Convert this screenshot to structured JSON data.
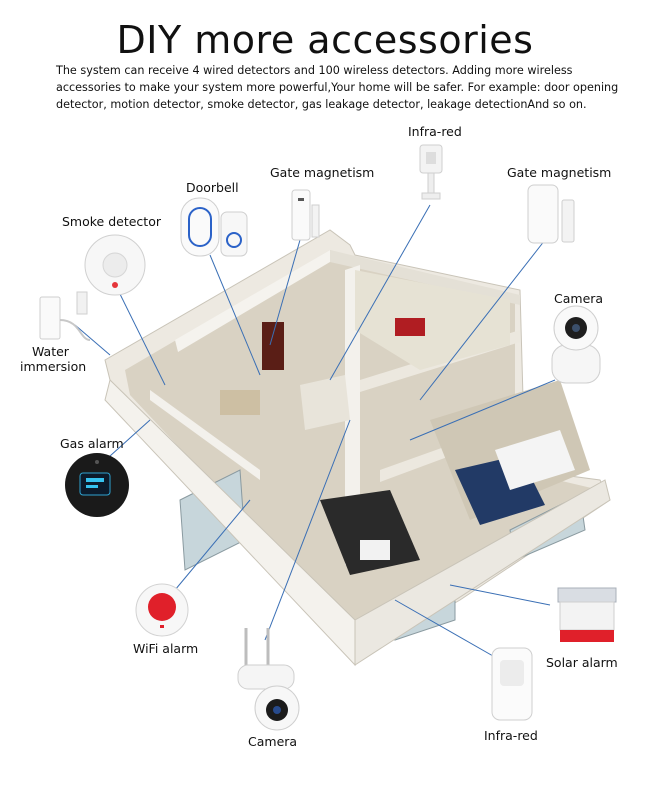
{
  "title": "DIY more accessories",
  "description": "The system can receive 4 wired detectors and 100 wireless detectors. Adding more wireless accessories to make your system more powerful,Your home will be safer. For example: door opening detector, motion detector, smoke detector, gas leakage detector, leakage detectionAnd so on.",
  "accessories": {
    "infrared_top": "Infra-red",
    "doorbell": "Doorbell",
    "gate_magnetism_left": "Gate magnetism",
    "gate_magnetism_right": "Gate magnetism",
    "smoke_detector": "Smoke detector",
    "camera_right": "Camera",
    "water_immersion_line1": "Water",
    "water_immersion_line2": "immersion",
    "gas_alarm": "Gas alarm",
    "wifi_alarm": "WiFi alarm",
    "solar_alarm": "Solar alarm",
    "camera_bottom": "Camera",
    "infrared_bottom": "Infra-red"
  },
  "colors": {
    "connector_line": "#3a6fb5",
    "alarm_red": "#e0202a",
    "wall": "#f2f2ee",
    "floor": "#d8d2c4"
  }
}
